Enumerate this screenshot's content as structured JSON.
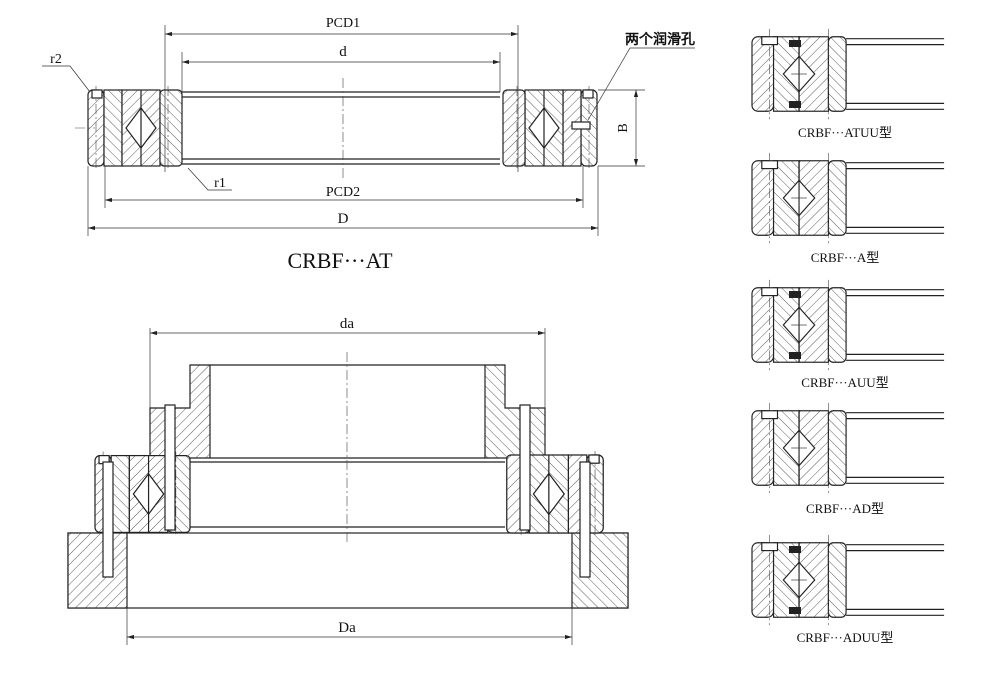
{
  "top_drawing": {
    "title": "CRBF···AT",
    "labels": {
      "pcd1": "PCD1",
      "d": "d",
      "pcd2": "PCD2",
      "D": "D",
      "B": "B",
      "r1": "r1",
      "r2": "r2",
      "lube_holes": "两个润滑孔"
    }
  },
  "bottom_drawing": {
    "labels": {
      "da": "da",
      "Da": "Da"
    }
  },
  "variants": [
    {
      "caption": "CRBF···ATUU型"
    },
    {
      "caption": "CRBF···A型"
    },
    {
      "caption": "CRBF···AUU型"
    },
    {
      "caption": "CRBF···AD型"
    },
    {
      "caption": "CRBF···ADUU型"
    }
  ]
}
